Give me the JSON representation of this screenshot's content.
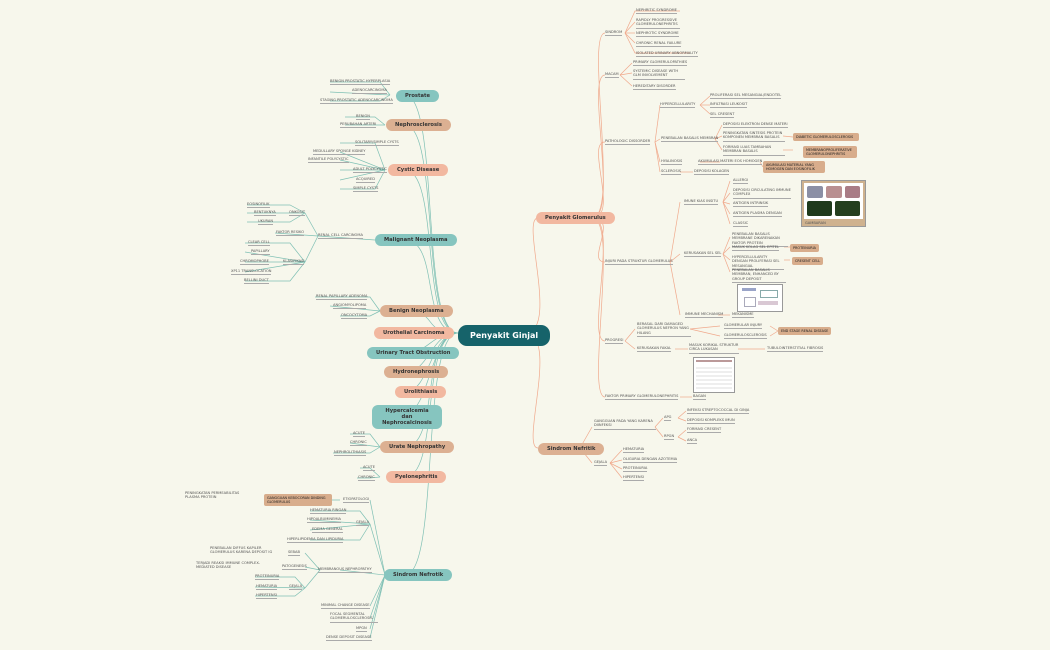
{
  "root": "Penyakit Ginjal",
  "left": {
    "prostate": {
      "label": "Prostate",
      "items": [
        "BENIGN PROSTATIC HYPERPLASIA",
        "ADENOCARCINOMA",
        "STAGING PROSTATIC ADENOCARCINOMA"
      ]
    },
    "nephrosclerosis": {
      "label": "Nephrosclerosis",
      "items": [
        "BENIGN",
        "PERUBAHAN ARTERI"
      ]
    },
    "cystic": {
      "label": "Cystic Disease",
      "items": [
        "SOLITARY/SIMPLE CYSTS",
        "MEDULLARY SPONGE KIDNEY",
        "INFANTILE POLYCYSTIC",
        "ADULT POLYCYSTIC",
        "ACQUIRED",
        "SIMPLE CYSTS"
      ]
    },
    "malignant": {
      "label": "Malignant Neoplasma",
      "group1": "RENAL CELL CARCINOMA",
      "onkosit": "ONKOSIT",
      "onk_items": [
        "EOSINOFILIK",
        "BENTUKNYA",
        "UKURAN"
      ],
      "faktor": "FAKTOR RESIKO",
      "klas": "KLASIFIKASI",
      "klas_items": [
        "CLEAR CELL",
        "PAPILLARY",
        "CHROMOPHOBE",
        "XP11 TRANSLOCATION",
        "BELLINI DUCT"
      ]
    },
    "benign": {
      "label": "Benign Neoplasma",
      "items": [
        "RENAL PAPILLARY ADENOMA",
        "ANGIOMYOLIPOMA",
        "ONCOCYTOMA"
      ]
    },
    "urothelial": "Urothelial Carcinoma",
    "uto": "Urinary Tract Obstruction",
    "hydro": "Hydronephrosis",
    "urolith": "Urolithiasis",
    "hyper": "Hypercalcemia dan Nephrocalcinosis",
    "urate": {
      "label": "Urate Nephropathy",
      "items": [
        "ACUTE",
        "CHRONIC",
        "NEPHROLITHIASIS"
      ]
    },
    "pyelo": {
      "label": "Pyelonephritis",
      "items": [
        "ACUTE",
        "CHRONIC"
      ]
    },
    "sn": {
      "label": "Sindrom Nefrotik",
      "etiologi": "ETIOPATOLOGI",
      "etiologi_box": "GANGGUAN KEBOCORAN DINDING GLOMERULUS",
      "etiologi_desc": "PENINGKATAN PERMEABILITAS PLASMA PROTEIN",
      "gejala1": "GEJALA",
      "gejala1_items": [
        "HEMATURIA RINGAN",
        "HIPOALBUMINEMIA",
        "EDEMA GENERAL",
        "HIPERLIPIDEMIA DAN LIPIDURIA"
      ],
      "membran": "MEMBRANOUS NEPHROPATHY",
      "sebab": "SEBAB",
      "sebab_desc": "PENEBALAN DIFFUS KAPILER GLOMERULUS KARENA DEPOSIT IG",
      "pato": "PATOGENESIS",
      "pato_desc": "TERJADI REAKSI IMMUNE COMPLEX-MEDIATED DISEASE",
      "gejala2": "GEJALA",
      "gejala2_items": [
        "PROTEINURIA",
        "HEMATURIA",
        "HIPERTENSI"
      ],
      "others": [
        "MINIMAL CHANGE DISEASE",
        "FOCAL SEGMENTAL GLOMERULOSCLEROSIS",
        "MPGN",
        "DENSE DEPOSIT DISEASE"
      ]
    }
  },
  "right": {
    "pg": {
      "label": "Penyakit Glomerulus",
      "sindrom": "SINDROM",
      "sindrom_items": [
        "NEPHRITIC SYNDROME",
        "RAPIDLY PROGRESSIVE GLOMERULONEPHRITIS",
        "NEPHROTIC SYNDROME",
        "CHRONIC RENAL FAILURE",
        "ISOLATED URINARY ABNORMALITY"
      ],
      "macam": "MACAM",
      "macam_items": [
        "PRIMARY GLOMERULOPATHIES",
        "SYSTEMIC DISEASE WITH GLM INVOLVEMENT",
        "HEREDITARY DISORDER"
      ],
      "pato": "PATHOLOGIC DISSORDER",
      "hyper": "HYPERCELLULARITY",
      "hyper_items": [
        "PROLIFERASI SEL MESANGIAL/ENDOTEL",
        "INFILTRASI LEUKOSIT",
        "SEL CRESENT"
      ],
      "penebalan": "PENEBALAN BASALIS MEMBRAN",
      "pen_items": [
        "DEPOSISI ELEKTRON DENSE MATERI",
        "PENINGKATAN SINTESIS PROTEIN KOMPONEN MEMBRAN BASALIS",
        "FORMASI LUAS TAMBAHAN MEMBRAN BASALIS"
      ],
      "pen_box1": "DIABETIC GLOMERULOSCLEROSIS",
      "pen_box2": "MEMBRANOPROLIFERATIVE GLOMERULONEPHRITIS",
      "hyal": "HYALINOSIS",
      "hyal_item": "AKUMULASI MATERI EOS HOMOGEN",
      "hyal_box": "AKUMULASI MATERIAL YANG HOMOGEN DAN EOSINOFILIK",
      "scler": "SCLEROSIS",
      "scler_item": "DEPOSISI KOLAGEN",
      "injuri": "INJURI PADA STRUKTUR GLOMERULUS",
      "insitu": "IMUNE KIAS INSITU",
      "insitu_items": [
        "ALLERGI",
        "DEPOSISI CIRCULATING IMMUNE COMPLEX",
        "ANTIGEN INTRINSIK",
        "ANTIGEN PLASMA DENGAN",
        "CLASSIC"
      ],
      "foto_label": "GAMBARAN",
      "cytotox": "KERUSAKAN SEL SEL",
      "cyto_items": [
        "PENEBALAN BASALIS MEMBRANE DIKARENAKAN FAKTOR PROTEIN",
        "MASUK KOLAG SEL EPITEL",
        "HYPERCELLULARITY DENGAN PROLIFERASI SEL MESANGIAL",
        "PENEBALAN BASALIS MEMBRAN, ENHANCED BY GROUP DEPOSIT"
      ],
      "cyto_box1": "PROTEINURIA",
      "cyto_box2": "CRESENT CELL",
      "mekanisme": "IMMUNE MECHANISM",
      "mek_item": "MEKANISME",
      "progres": "PROGRESI",
      "prog_item1": "BERASAL DARI DAMAGED GLOMERULUS NEFRON YANG HILANG",
      "prog_sub1": [
        "GLOMERULAR INJURY",
        "GLOMERULOSCLEROSIS"
      ],
      "prog_box": "END STAGE RENAL DISEASE",
      "prog_item2": "KERUSAKAN FAKAL",
      "prog_sub2": "MASUK KORIKAL STRUKTUR CIRCA LUKASAN",
      "prog_sub2b": "TUBULOINTERSTITIAL FIBROSIS",
      "faktor": "FAKTOR PRIMARY GLOMERULONEPHRITIS",
      "faktor_item": "BAGAN"
    },
    "snf": {
      "label": "Sindrom Nefritik",
      "ganggu": "GANGGUAN PADA YANG KARENA DIINFEKSI",
      "apg": "APG",
      "apg_items": [
        "INFEKSI STREPTOCOCCAL DI GINJA",
        "DEPOSISI KOMPLEKS IMUN"
      ],
      "rpgn": "RPGN",
      "rpgn_items": [
        "FORMASI CRESENT",
        "ANCA"
      ],
      "gejala": "GEJALA",
      "gejala_items": [
        "HEMATURIA",
        "OLIGURIA DENGAN AZOTEMIA",
        "PROTEINURIA",
        "HIPERTENSI"
      ]
    }
  },
  "colors": {
    "teal": "#86c5bf",
    "tan": "#dcb092",
    "salmon": "#f2b8a0",
    "root": "#16636a",
    "left_line": "#7fbcae",
    "right_line": "#f0a98c"
  }
}
